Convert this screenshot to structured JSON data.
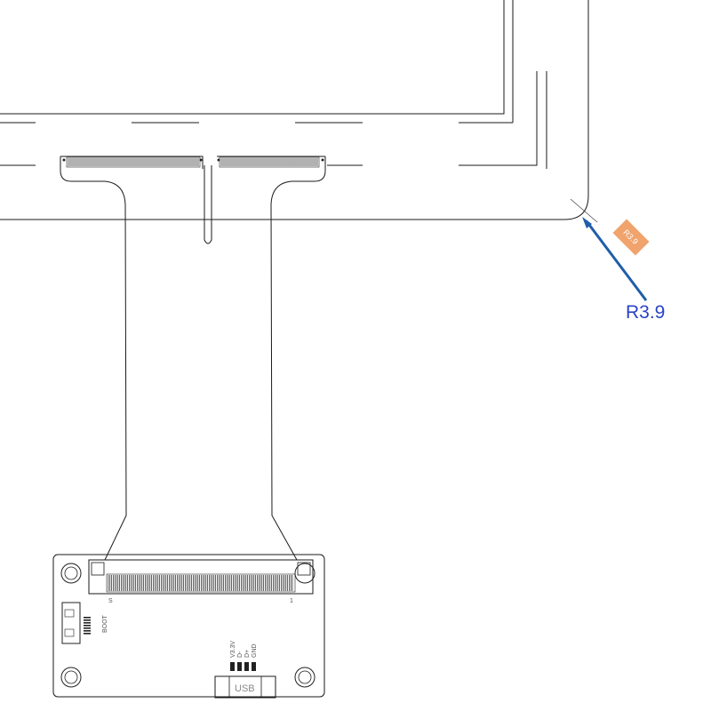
{
  "dimension": {
    "label": "R3.9",
    "color": "#2a43c7",
    "arrow_color": "#1f5ea8"
  },
  "stamp": {
    "text": "R3.9",
    "color": "#f0a36c"
  },
  "board": {
    "connector_left_pin": "S",
    "connector_right_pin": "1",
    "side_label": "BOOT",
    "pin_labels": [
      "V3.3V",
      "D-",
      "D+",
      "GND"
    ],
    "usb_label": "USB"
  }
}
